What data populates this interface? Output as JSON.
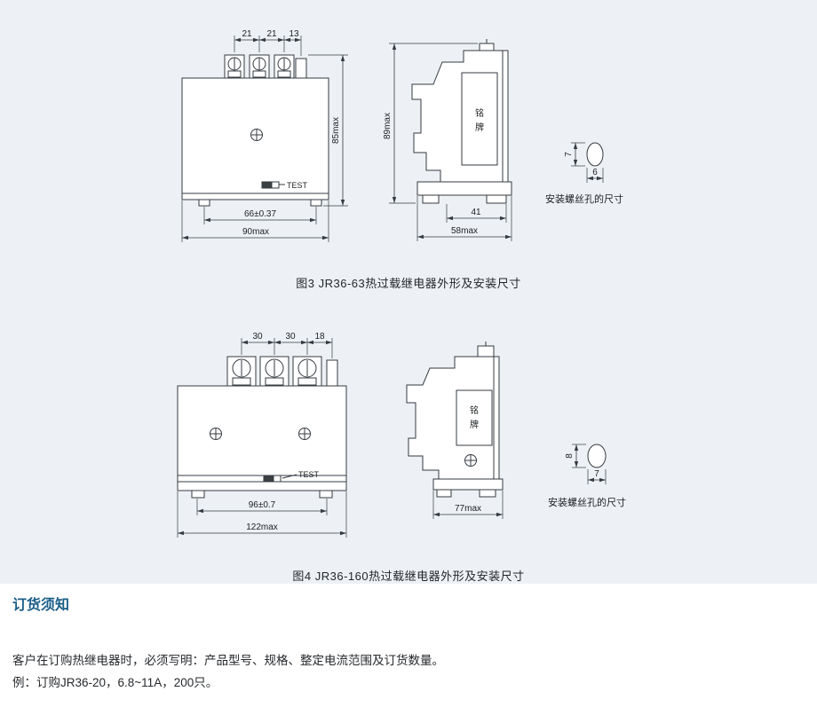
{
  "figure3": {
    "caption": "图3 JR36-63热过载继电器外形及安装尺寸",
    "front_view": {
      "dim_pitch_1": "21",
      "dim_pitch_2": "21",
      "dim_pitch_3": "13",
      "dim_height": "85max",
      "dim_mounting_width": "66±0.37",
      "dim_overall_width": "90max",
      "test_label": "TEST"
    },
    "side_view": {
      "dim_height": "89max",
      "dim_depth_mounting": "41",
      "dim_depth_overall": "58max",
      "nameplate_char_1": "铭",
      "nameplate_char_2": "牌"
    },
    "mounting_hole": {
      "dim_height": "7",
      "dim_width": "6",
      "caption": "安装螺丝孔的尺寸"
    }
  },
  "figure4": {
    "caption": "图4 JR36-160热过载继电器外形及安装尺寸",
    "front_view": {
      "dim_pitch_1": "30",
      "dim_pitch_2": "30",
      "dim_pitch_3": "18",
      "dim_mounting_width": "96±0.7",
      "dim_overall_width": "122max",
      "test_label": "TEST"
    },
    "side_view": {
      "dim_depth_overall": "77max",
      "nameplate_char_1": "铭",
      "nameplate_char_2": "牌"
    },
    "mounting_hole": {
      "dim_height": "8",
      "dim_width": "7",
      "caption": "安装螺丝孔的尺寸"
    }
  },
  "ordering_notice": {
    "heading": "订货须知",
    "body_line_1": "客户在订购热继电器时，必须写明：产品型号、规格、整定电流范围及订货数量。",
    "body_line_2": "例：订购JR36-20，6.8~11A，200只。"
  },
  "colors": {
    "heading_blue": "#1a5d88",
    "drawing_line": "#353b41",
    "background_top": "#edf1f5",
    "background_bottom": "#ffffff"
  }
}
